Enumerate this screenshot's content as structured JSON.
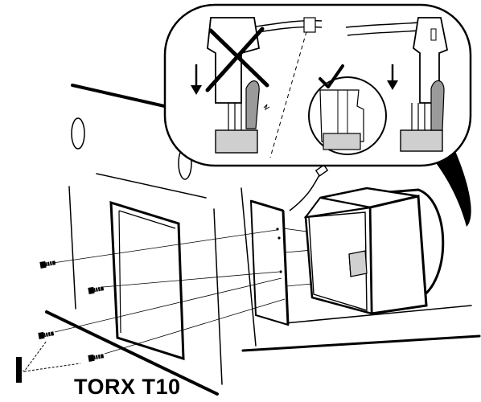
{
  "tool": {
    "label": "TORX T10"
  },
  "step": {
    "marker": "I"
  },
  "callout": {
    "wrong": {
      "symbol": "cross-mark"
    },
    "right": {
      "symbol": "check-mark"
    },
    "direction": "down-arrow"
  },
  "colors": {
    "ink": "#000000",
    "paper": "#ffffff",
    "plug": "#cfcfcf",
    "shade": "#8a8a8a"
  }
}
